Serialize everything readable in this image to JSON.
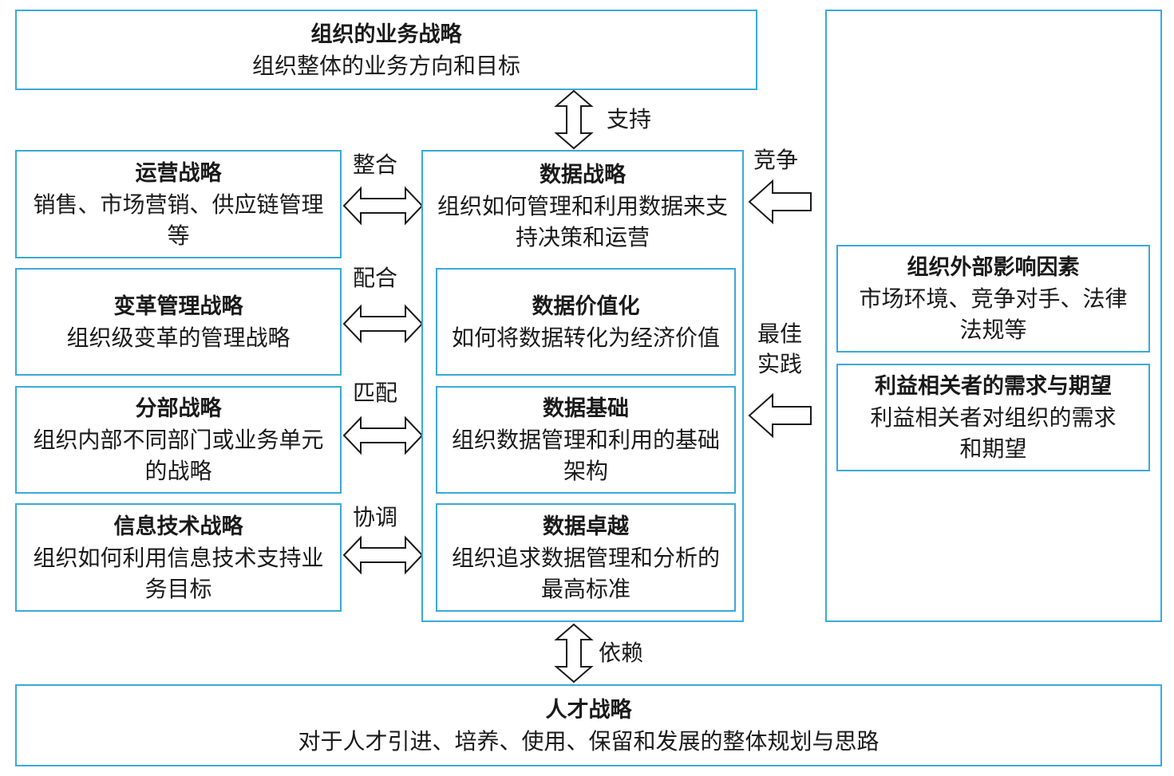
{
  "top": {
    "title": "组织的业务战略",
    "desc": "组织整体的业务方向和目标"
  },
  "support_label": "支持",
  "depend_label": "依赖",
  "left": [
    {
      "title": "运营战略",
      "desc": "销售、市场营销、供应链管理等",
      "link": "整合"
    },
    {
      "title": "变革管理战略",
      "desc": "组织级变革的管理战略",
      "link": "配合"
    },
    {
      "title": "分部战略",
      "desc": "组织内部不同部门或业务单元的战略",
      "link": "匹配"
    },
    {
      "title": "信息技术战略",
      "desc": "组织如何利用信息技术支持业务目标",
      "link": "协调"
    }
  ],
  "center": {
    "title": "数据战略",
    "desc": "组织如何管理和利用数据来支持决策和运营",
    "items": [
      {
        "title": "数据价值化",
        "desc": "如何将数据转化为经济价值"
      },
      {
        "title": "数据基础",
        "desc": "组织数据管理和利用的基础架构"
      },
      {
        "title": "数据卓越",
        "desc": "组织追求数据管理和分析的最高标准"
      }
    ]
  },
  "right_labels": {
    "compete": "竞争",
    "best_practice": "最佳实践"
  },
  "right": [
    {
      "title": "组织外部影响因素",
      "desc": "市场环境、竞争对手、法律法规等"
    },
    {
      "title": "利益相关者的需求与期望",
      "desc": "利益相关者对组织的需求和期望"
    }
  ],
  "bottom": {
    "title": "人才战略",
    "desc": "对于人才引进、培养、使用、保留和发展的整体规划与思路"
  }
}
